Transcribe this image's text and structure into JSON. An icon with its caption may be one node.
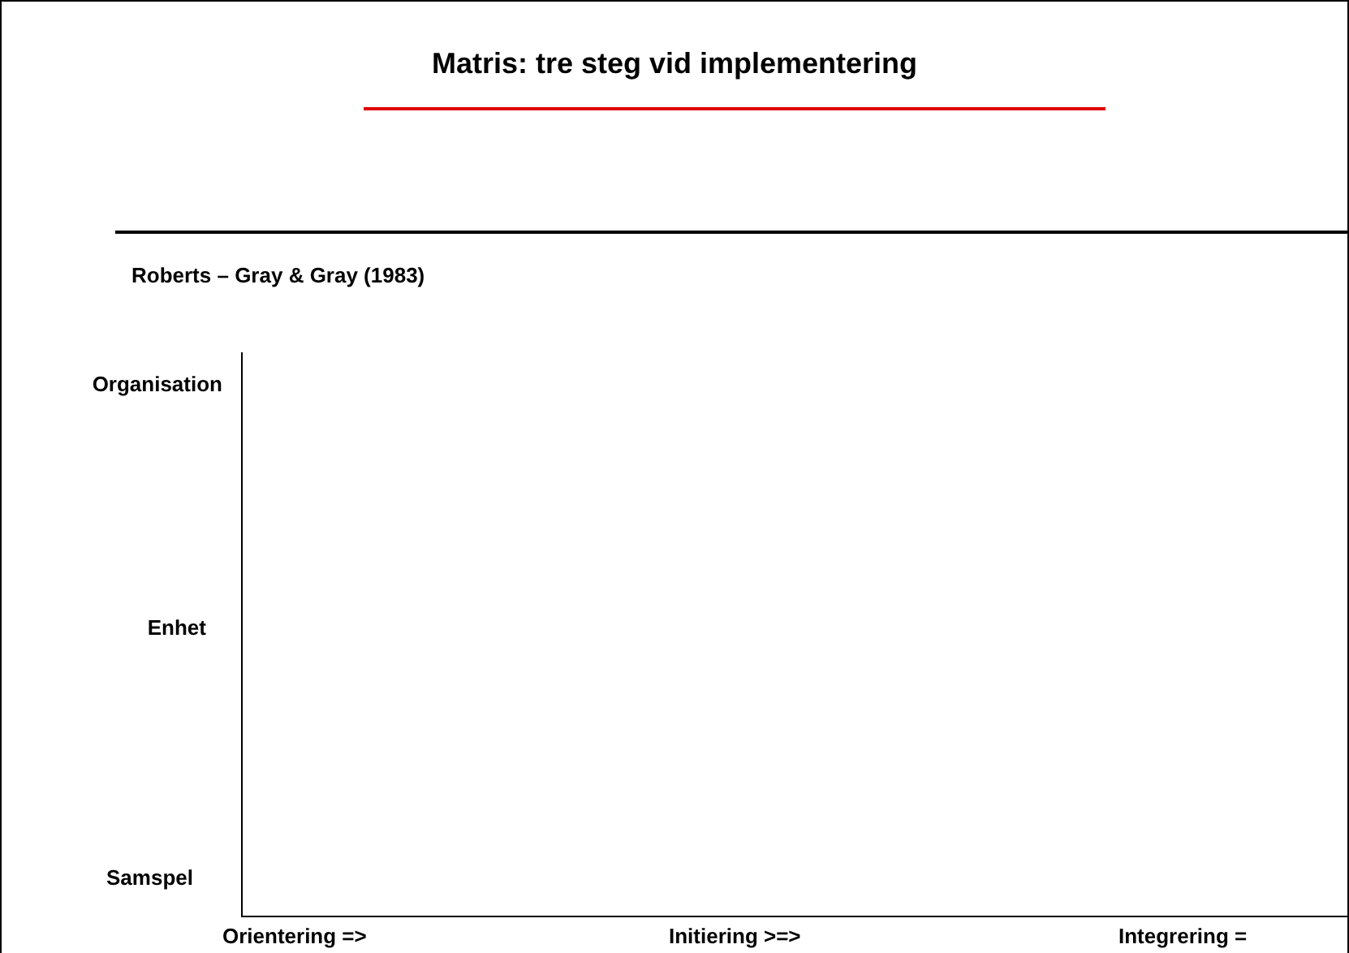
{
  "diagram": {
    "title": "Matris: tre steg vid implementering",
    "labels": [
      "Roberts – Gray & Gray (1983)",
      "Organisation",
      "Enhet",
      "Samspel",
      "Orientering =>",
      "Initiering >=>",
      "Integrering ="
    ]
  }
}
